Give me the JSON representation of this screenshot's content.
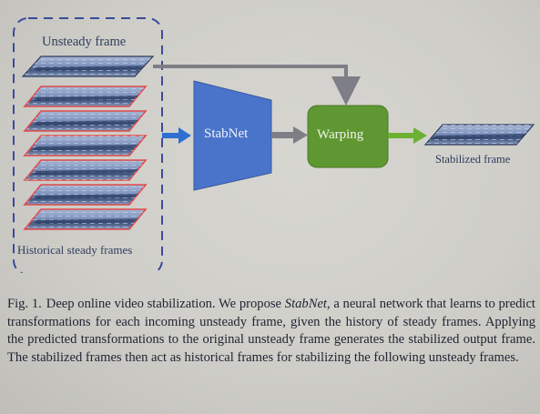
{
  "figure": {
    "unsteady_label": "Unsteady frame",
    "historical_label": "Historical steady frames",
    "stabnet_label": "StabNet",
    "warping_label": "Warping",
    "stabilized_label": "Stabilized frame",
    "historical_frame_count": 6
  },
  "caption": {
    "fig_num": "Fig. 1.",
    "part1": "Deep online video stabilization. We propose ",
    "name": "StabNet",
    "part2": ", a neural network that learns to predict transformations for each incoming unsteady frame, given the history of steady frames. Applying the predicted transformations to the original unsteady frame generates the stabilized output frame. The stabilized frames then act as historical frames for stabilizing the following unsteady frames."
  },
  "colors": {
    "dashed_border": "#3b4a9a",
    "stabnet_fill": "#4a74c9",
    "warping_fill": "#5f9732",
    "arrow_gray": "#7e7e86",
    "historical_frame_border": "#e04a4a",
    "arrow_blue": "#2f6fd0",
    "arrow_green": "#6cb132"
  }
}
